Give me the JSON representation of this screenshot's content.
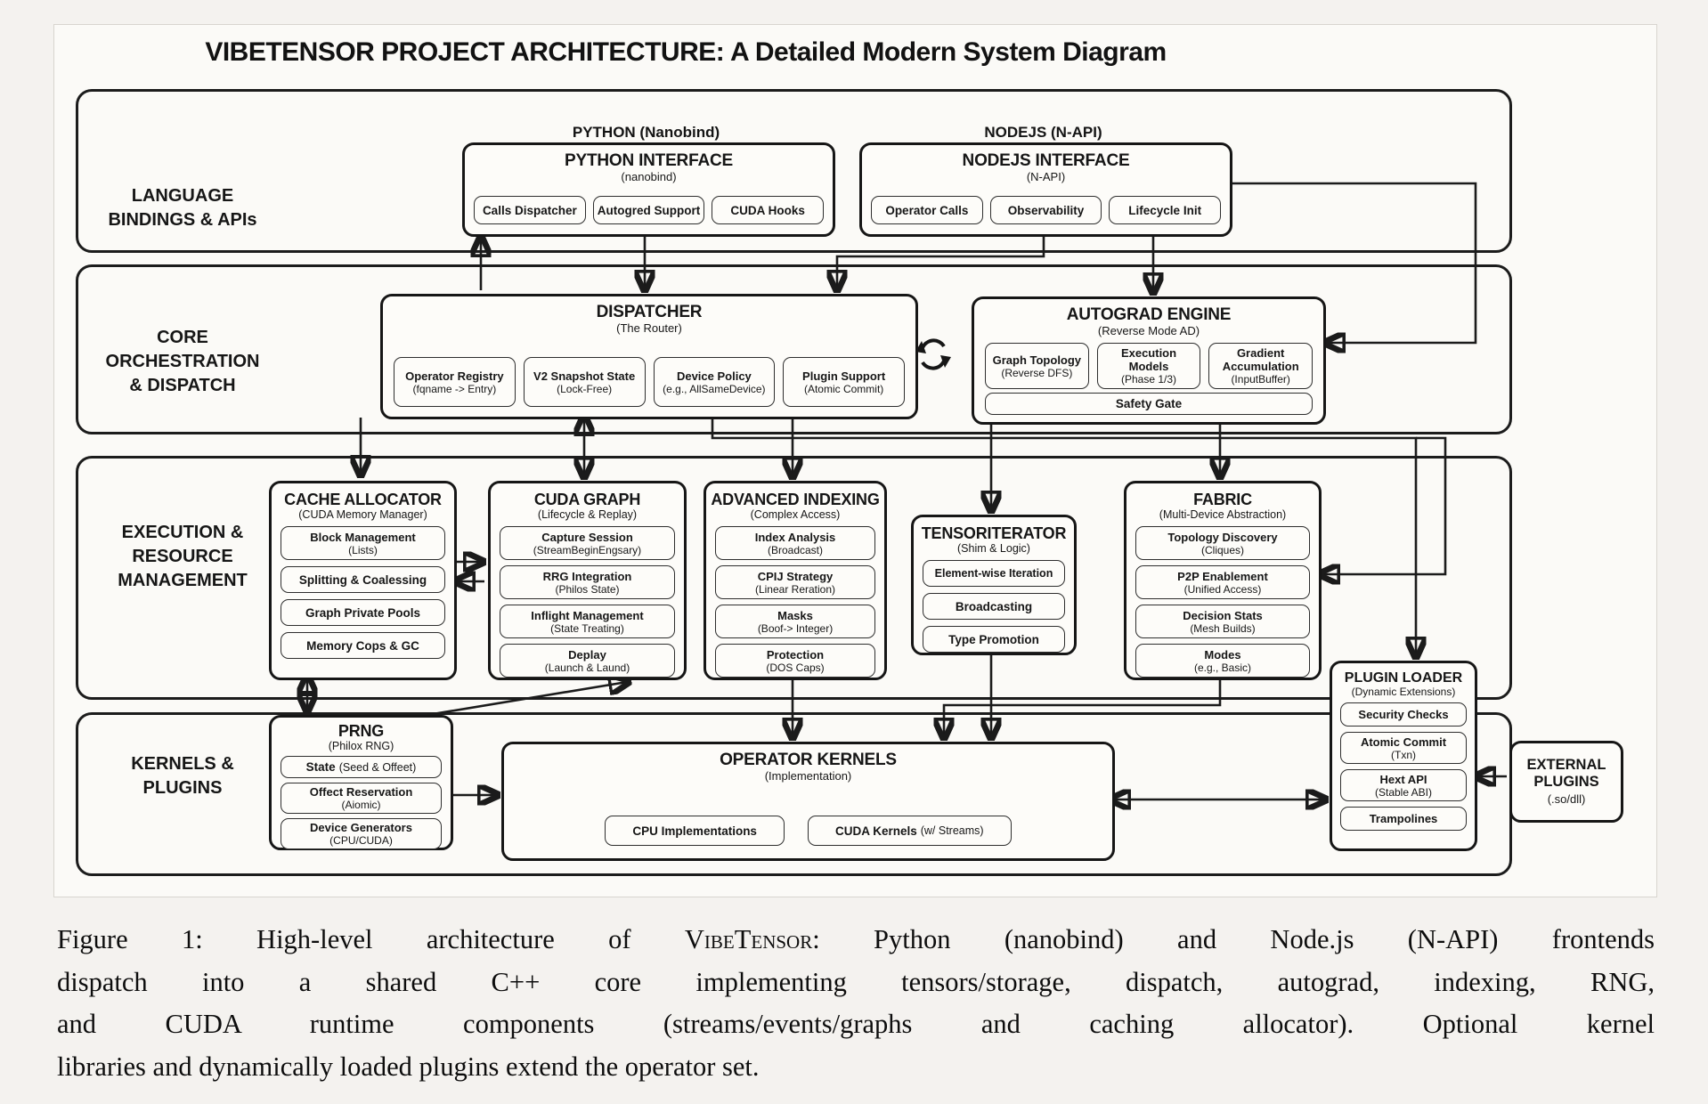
{
  "title": "VIBETENSOR PROJECT ARCHITECTURE: A Detailed Modern System Diagram",
  "colors": {
    "ink": "#1b1b1b",
    "paper": "#fbfaf7",
    "box_fill": "#fdfcf9"
  },
  "bands": {
    "language": {
      "label_lines": [
        "LANGUAGE",
        "BINDINGS & APIs"
      ]
    },
    "core": {
      "label_lines": [
        "CORE",
        "ORCHESTRATION",
        "& DISPATCH"
      ]
    },
    "execution": {
      "label_lines": [
        "EXECUTION &",
        "RESOURCE",
        "MANAGEMENT"
      ]
    },
    "kernels": {
      "label_lines": [
        "KERNELS &",
        "PLUGINS"
      ]
    }
  },
  "python_group": {
    "header": "PYTHON (Nanobind)",
    "box": {
      "title": "PYTHON INTERFACE",
      "sub": "(nanobind)",
      "pills": [
        {
          "t": "Calls Dispatcher"
        },
        {
          "t": "Autogred Support"
        },
        {
          "t": "CUDA Hooks"
        }
      ]
    }
  },
  "nodejs_group": {
    "header": "NODEJS (N-API)",
    "box": {
      "title": "NODEJS INTERFACE",
      "sub": "(N-API)",
      "pills": [
        {
          "t": "Operator Calls"
        },
        {
          "t": "Observability"
        },
        {
          "t": "Lifecycle Init"
        }
      ]
    }
  },
  "dispatcher": {
    "title": "DISPATCHER",
    "sub": "(The Router)",
    "items": [
      {
        "t": "Operator Registry",
        "s": "(fqname -> Entry)"
      },
      {
        "t": "V2 Snapshot State",
        "s": "(Lock-Free)"
      },
      {
        "t": "Device Policy",
        "s": "(e.g., AllSameDevice)"
      },
      {
        "t": "Plugin Support",
        "s": "(Atomic Commit)"
      }
    ]
  },
  "autograd": {
    "title": "AUTOGRAD ENGINE",
    "sub": "(Reverse Mode AD)",
    "items": [
      {
        "t": "Graph Topology",
        "s": "(Reverse DFS)"
      },
      {
        "t": "Execution Models",
        "s": "(Phase 1/3)"
      },
      {
        "t": "Gradient Accumulation",
        "s": "(InputBuffer)"
      }
    ],
    "gate": "Safety Gate"
  },
  "cache_allocator": {
    "title": "CACHE ALLOCATOR",
    "sub": "(CUDA Memory Manager)",
    "items": [
      {
        "t": "Block Management",
        "s": "(Lists)"
      },
      {
        "t": "Splitting & Coalessing"
      },
      {
        "t": "Graph Private Pools"
      },
      {
        "t": "Memory Cops & GC"
      }
    ]
  },
  "cuda_graph": {
    "title": "CUDA GRAPH",
    "sub": "(Lifecycle & Replay)",
    "items": [
      {
        "t": "Capture Session",
        "s": "(StreamBeginEngsary)"
      },
      {
        "t": "RRG Integration",
        "s": "(Philos State)"
      },
      {
        "t": "Inflight Management",
        "s": "(State Treating)"
      },
      {
        "t": "Deplay",
        "s": "(Launch & Laund)"
      }
    ]
  },
  "advanced_indexing": {
    "title": "ADVANCED INDEXING",
    "sub": "(Complex Access)",
    "items": [
      {
        "t": "Index Analysis",
        "s": "(Broadcast)"
      },
      {
        "t": "CPIJ Strategy",
        "s": "(Linear Reration)"
      },
      {
        "t": "Masks",
        "s": "(Boof-> Integer)"
      },
      {
        "t": "Protection",
        "s": "(DOS Caps)"
      }
    ]
  },
  "tensoriterator": {
    "title": "TENSORITERATOR",
    "sub": "(Shim & Logic)",
    "items": [
      {
        "t": "Element-wise Iteration"
      },
      {
        "t": "Broadcasting"
      },
      {
        "t": "Type Promotion"
      }
    ]
  },
  "fabric": {
    "title": "FABRIC",
    "sub": "(Multi-Device Abstraction)",
    "items": [
      {
        "t": "Topology Discovery",
        "s": "(Cliques)"
      },
      {
        "t": "P2P Enablement",
        "s": "(Unified Access)"
      },
      {
        "t": "Decision Stats",
        "s": "(Mesh Builds)"
      },
      {
        "t": "Modes",
        "s": "(e.g., Basic)"
      }
    ]
  },
  "prng": {
    "title": "PRNG",
    "sub": "(Philox RNG)",
    "items": [
      {
        "t": "State",
        "s": "(Seed & Offeet)"
      },
      {
        "t": "Offect Reservation",
        "s": "(Aiomic)"
      },
      {
        "t": "Device Generators",
        "s": "(CPU/CUDA)"
      }
    ]
  },
  "operator_kernels": {
    "title": "OPERATOR KERNELS",
    "sub": "(Implementation)",
    "items": [
      {
        "t": "CPU Implementations"
      },
      {
        "t": "CUDA Kernels",
        "s": "(w/ Streams)"
      }
    ]
  },
  "plugin_loader": {
    "title": "PLUGIN LOADER",
    "sub": "(Dynamic Extensions)",
    "items": [
      {
        "t": "Security Checks"
      },
      {
        "t": "Atomic Commit",
        "s": "(Txn)"
      },
      {
        "t": "Hext API",
        "s": "(Stable ABI)"
      },
      {
        "t": "Trampolines"
      }
    ]
  },
  "external_plugins": {
    "title_lines": [
      "EXTERNAL",
      "PLUGINS"
    ],
    "sub": "(.so/dll)"
  },
  "icons": {
    "cycle": "cycle-refresh-arrows"
  },
  "caption": {
    "line1_before": "Figure 1: High-level architecture of ",
    "brand": "VibeTensor",
    "line1_after": ": Python (nanobind) and Node.js (N-API) frontends",
    "line2": "dispatch into a shared C++ core implementing tensors/storage, dispatch, autograd, indexing, RNG,",
    "line3": "and CUDA runtime components (streams/events/graphs and caching allocator). Optional kernel",
    "line4": "libraries and dynamically loaded plugins extend the operator set."
  }
}
